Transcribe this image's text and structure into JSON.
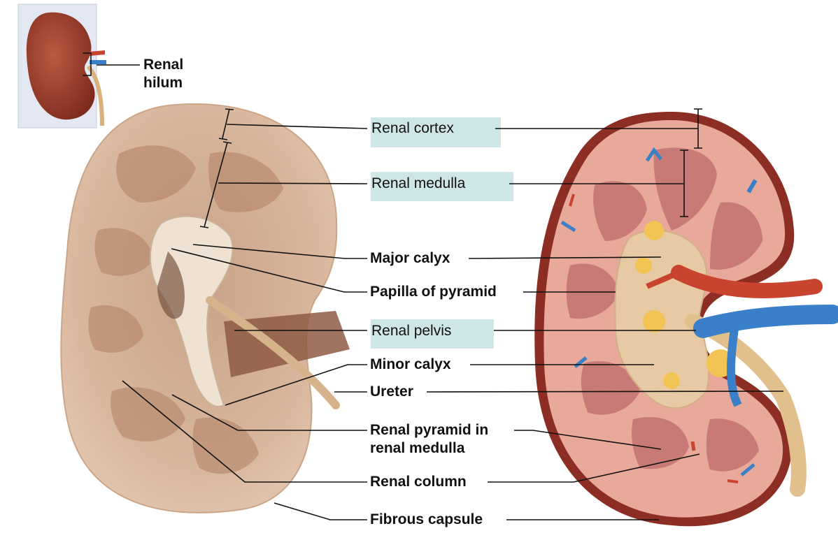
{
  "diagram": {
    "labels": {
      "renal_hilum": [
        "Renal",
        "hilum"
      ],
      "renal_cortex": "Renal cortex",
      "renal_medulla": "Renal medulla",
      "major_calyx": "Major calyx",
      "papilla_of_pyramid": "Papilla of pyramid",
      "renal_pelvis": "Renal pelvis",
      "minor_calyx": "Minor calyx",
      "ureter": "Ureter",
      "renal_pyramid": [
        "Renal pyramid in",
        "renal medulla"
      ],
      "renal_column": "Renal column",
      "fibrous_capsule": "Fibrous capsule"
    },
    "colors": {
      "highlight": "#cfe6e6",
      "cadaver_tissue": "#d9b49a",
      "cortex": "#e8a99a",
      "pyramid": "#c97a76",
      "pelvis": "#e7c9a3",
      "fat": "#f1c453",
      "artery": "#c9442f",
      "vein": "#3a7fc9",
      "kidney_mini": "#9c3f2c",
      "leader_line": "#111111"
    }
  }
}
